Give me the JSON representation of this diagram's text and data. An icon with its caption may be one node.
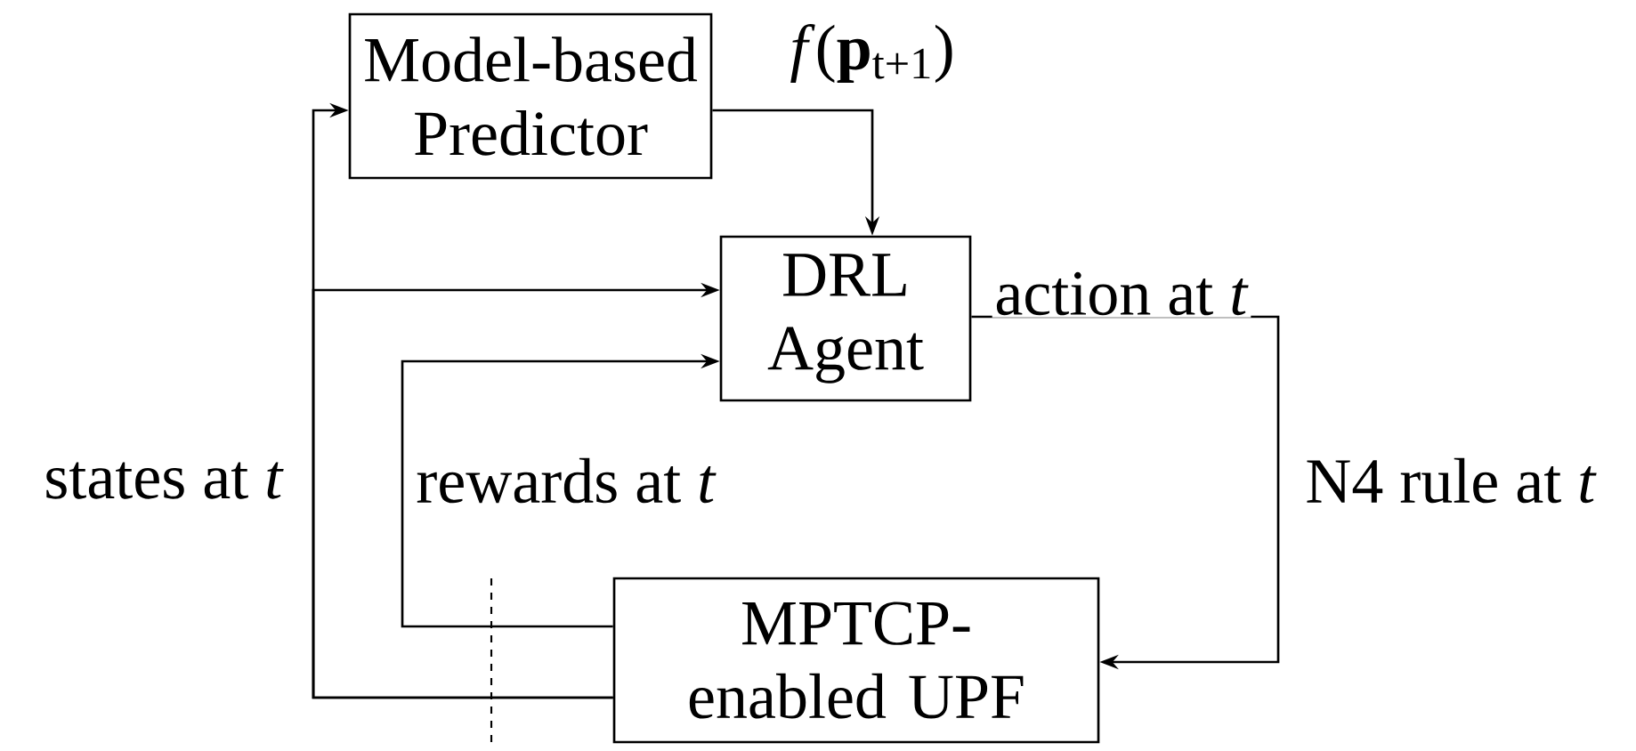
{
  "diagram": {
    "nodes": [
      {
        "text": [
          "Model-based Predictor"
        ]
      },
      {
        "text": [
          "DRL Agent"
        ]
      },
      {
        "text": [
          "MPTCP-enabled UPF"
        ]
      }
    ],
    "edges": [
      {
        "from": 2,
        "to": 0,
        "arrow": "to",
        "label": "states at *t*"
      },
      {
        "from": 2,
        "to": 1,
        "arrow": "to"
      },
      {
        "from": 2,
        "to": 1,
        "arrow": "to",
        "label": "rewards at *t*"
      },
      {
        "from": 0,
        "to": 1,
        "arrow": "to",
        "label": "*f*(**p**$_{t+1}$)"
      },
      {
        "from": 1,
        "to": 2,
        "arrow": "to",
        "label": "action at *t*"
      }
    ],
    "labels": [
      "N4 rule at *t*"
    ]
  }
}
